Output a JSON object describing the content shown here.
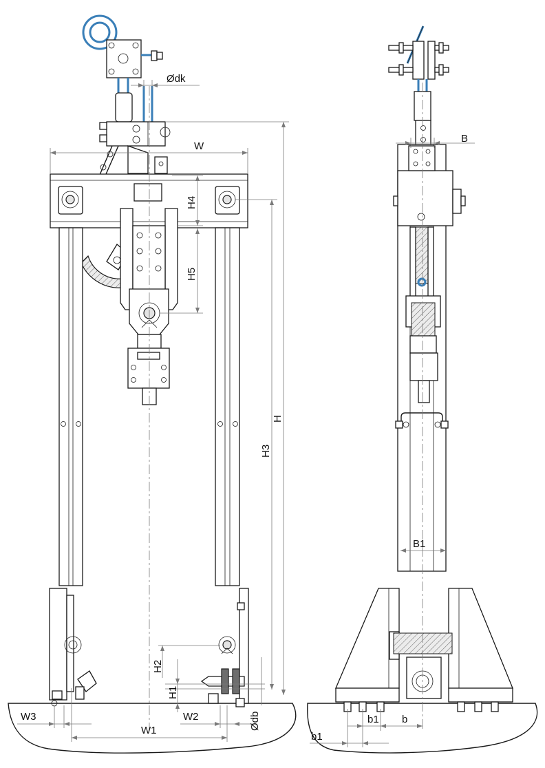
{
  "figure": {
    "front_view": "front-view",
    "side_view": "side-view"
  },
  "labels": {
    "dk": "Ødk",
    "W": "W",
    "H4": "H4",
    "H5": "H5",
    "H": "H",
    "H3": "H3",
    "H2": "H2",
    "H1": "H1",
    "W3": "W3",
    "W1": "W1",
    "W2": "W2",
    "db": "Ødb",
    "B": "B",
    "B1": "B1",
    "b1_upper": "b1",
    "b": "b",
    "b1_lower": "b1"
  },
  "colors": {
    "outline": "#1a1a1a",
    "dimension": "#7a7a7a",
    "accent_blue": "#3a7fb8",
    "hatch_fill": "#e4e4e4"
  }
}
